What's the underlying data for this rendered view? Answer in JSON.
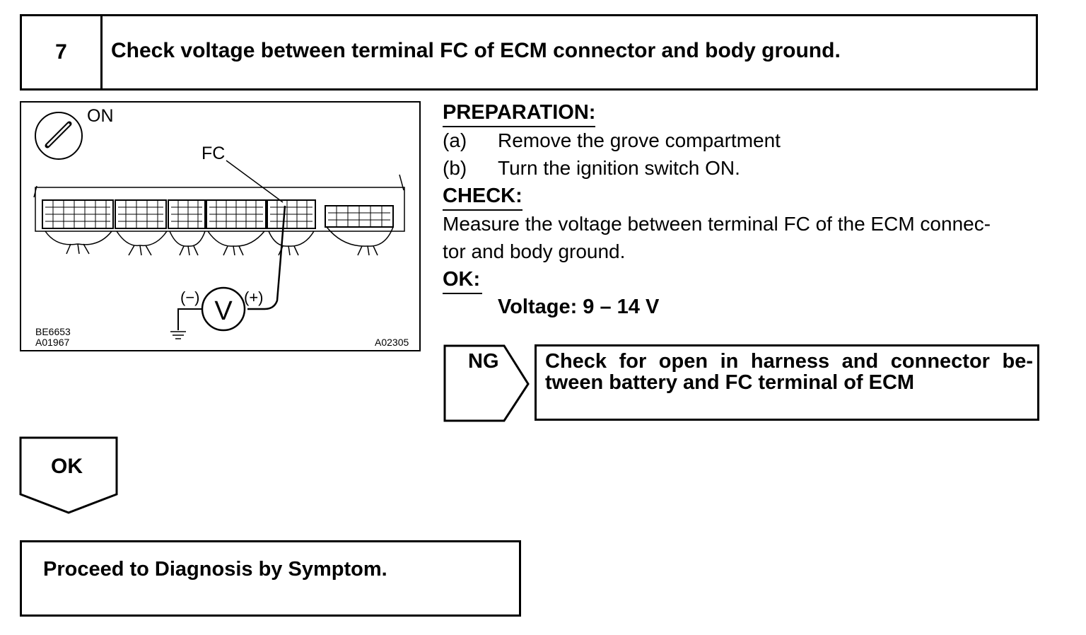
{
  "step": {
    "number": "7",
    "title": "Check voltage between terminal FC of ECM connector and body ground."
  },
  "diagram": {
    "ignition_label": "ON",
    "terminal_label": "FC",
    "neg_label": "(−)",
    "pos_label": "(+)",
    "meter_symbol": "V",
    "code_left_1": "BE6653",
    "code_left_2": "A01967",
    "code_right": "A02305",
    "icons": [
      "ignition-key-icon",
      "ecm-connector-icon",
      "voltmeter-icon",
      "ground-icon"
    ]
  },
  "preparation": {
    "heading": "PREPARATION:",
    "items": [
      {
        "letter": "(a)",
        "text": "Remove the grove compartment"
      },
      {
        "letter": "(b)",
        "text": "Turn the ignition switch ON."
      }
    ]
  },
  "check": {
    "heading": "CHECK:",
    "lines": [
      "Measure the voltage between terminal FC of the ECM connec-",
      "tor and body ground."
    ]
  },
  "ok_spec": {
    "heading": "OK:",
    "value": "Voltage: 9 – 14 V"
  },
  "ng_branch": {
    "label": "NG",
    "action": "Check for open in harness and connector be- tween battery and FC terminal of ECM"
  },
  "ok_branch": {
    "label": "OK"
  },
  "final_action": "Proceed to Diagnosis by Symptom."
}
